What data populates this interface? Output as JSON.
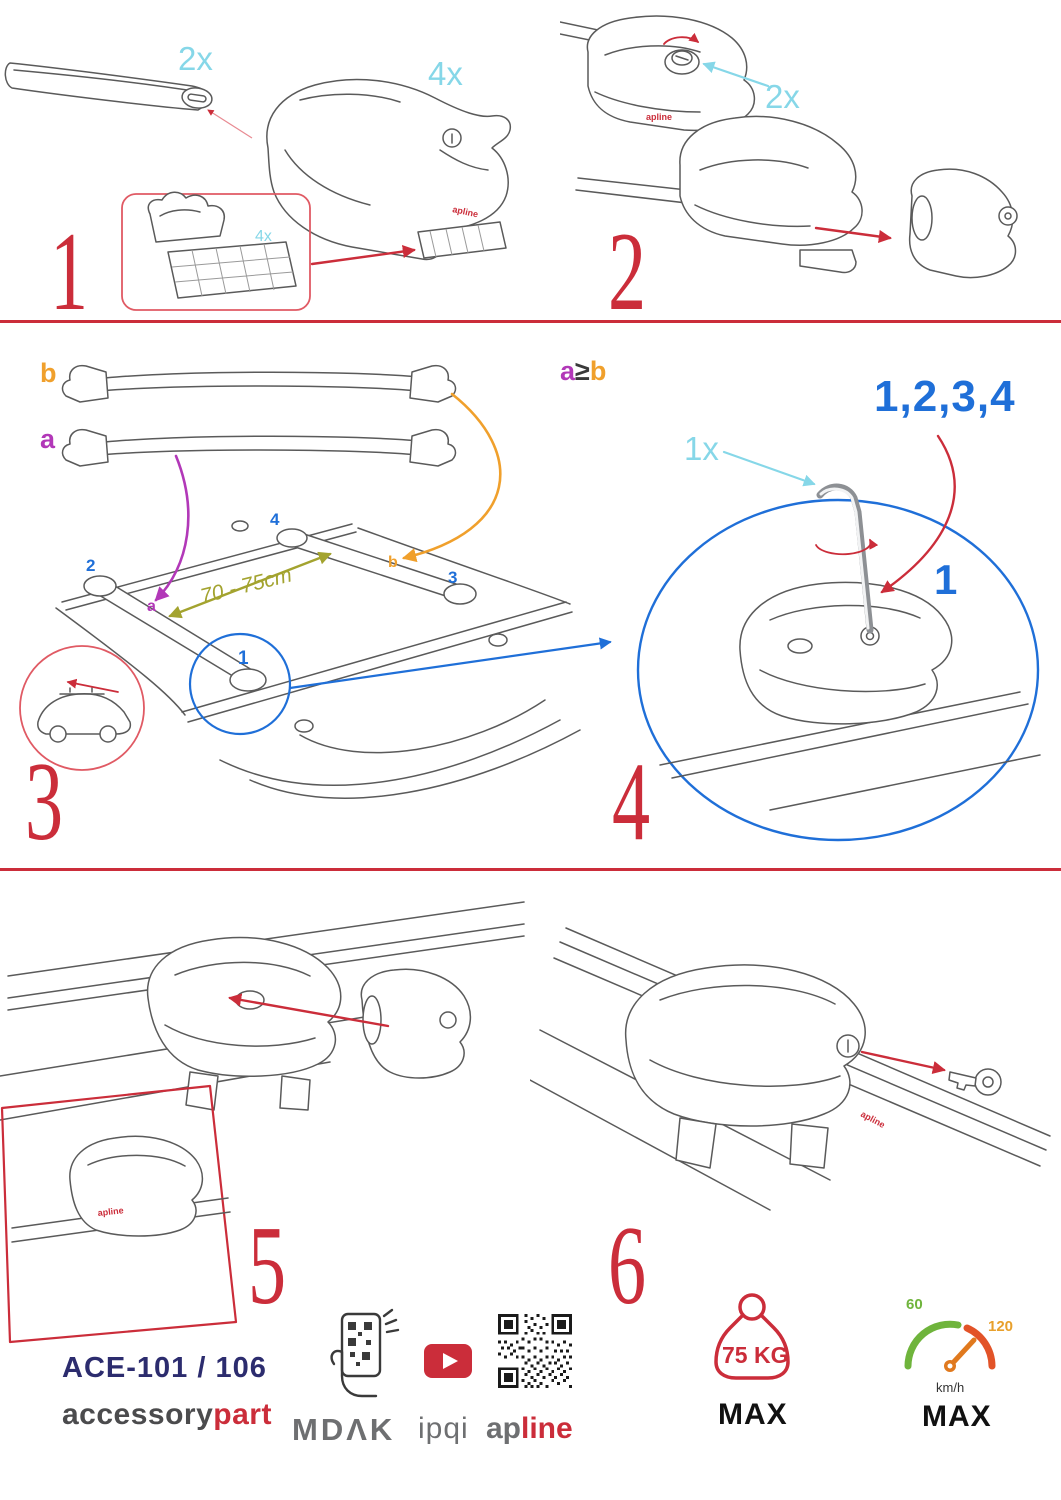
{
  "colors": {
    "red": "#cb2d3a",
    "cyan": "#86d7e8",
    "blue": "#1f6fd8",
    "purple": "#b238b8",
    "orange": "#f0a02c",
    "olive": "#a3a32f",
    "navy": "#2c2c6e",
    "gray": "#636466",
    "green": "#6fb43c",
    "gauge_red": "#e25328"
  },
  "steps": {
    "s1": {
      "number": "1",
      "bar_qty": "2x",
      "foot_qty": "4x",
      "pad_qty": "4x"
    },
    "s2": {
      "number": "2",
      "key_qty": "2x"
    },
    "s3": {
      "number": "3",
      "label_a": "a",
      "label_b": "b",
      "pos_a": "a",
      "pos_b": "b",
      "pos1": "1",
      "pos2": "2",
      "pos3": "3",
      "pos4": "4",
      "span": "70 - 75cm"
    },
    "s4": {
      "number": "4",
      "rule_a": "a",
      "rule_ge": "≥",
      "rule_b": "b",
      "order": "1,2,3,4",
      "tool_qty": "1x",
      "pos1": "1"
    },
    "s5": {
      "number": "5"
    },
    "s6": {
      "number": "6"
    }
  },
  "drawings": {
    "foot_logo": "apline"
  },
  "footer": {
    "model": "ACE-101 / 106",
    "brand_gray": "accessory",
    "brand_red": "part",
    "mdak": "MDΛK",
    "ipqi": "ipqi",
    "apline_gray": "ap",
    "apline_red": "line",
    "weight": "75 KG",
    "weight_max": "MAX",
    "speed_low": "60",
    "speed_high": "120",
    "speed_unit": "km/h",
    "speed_max": "MAX"
  }
}
